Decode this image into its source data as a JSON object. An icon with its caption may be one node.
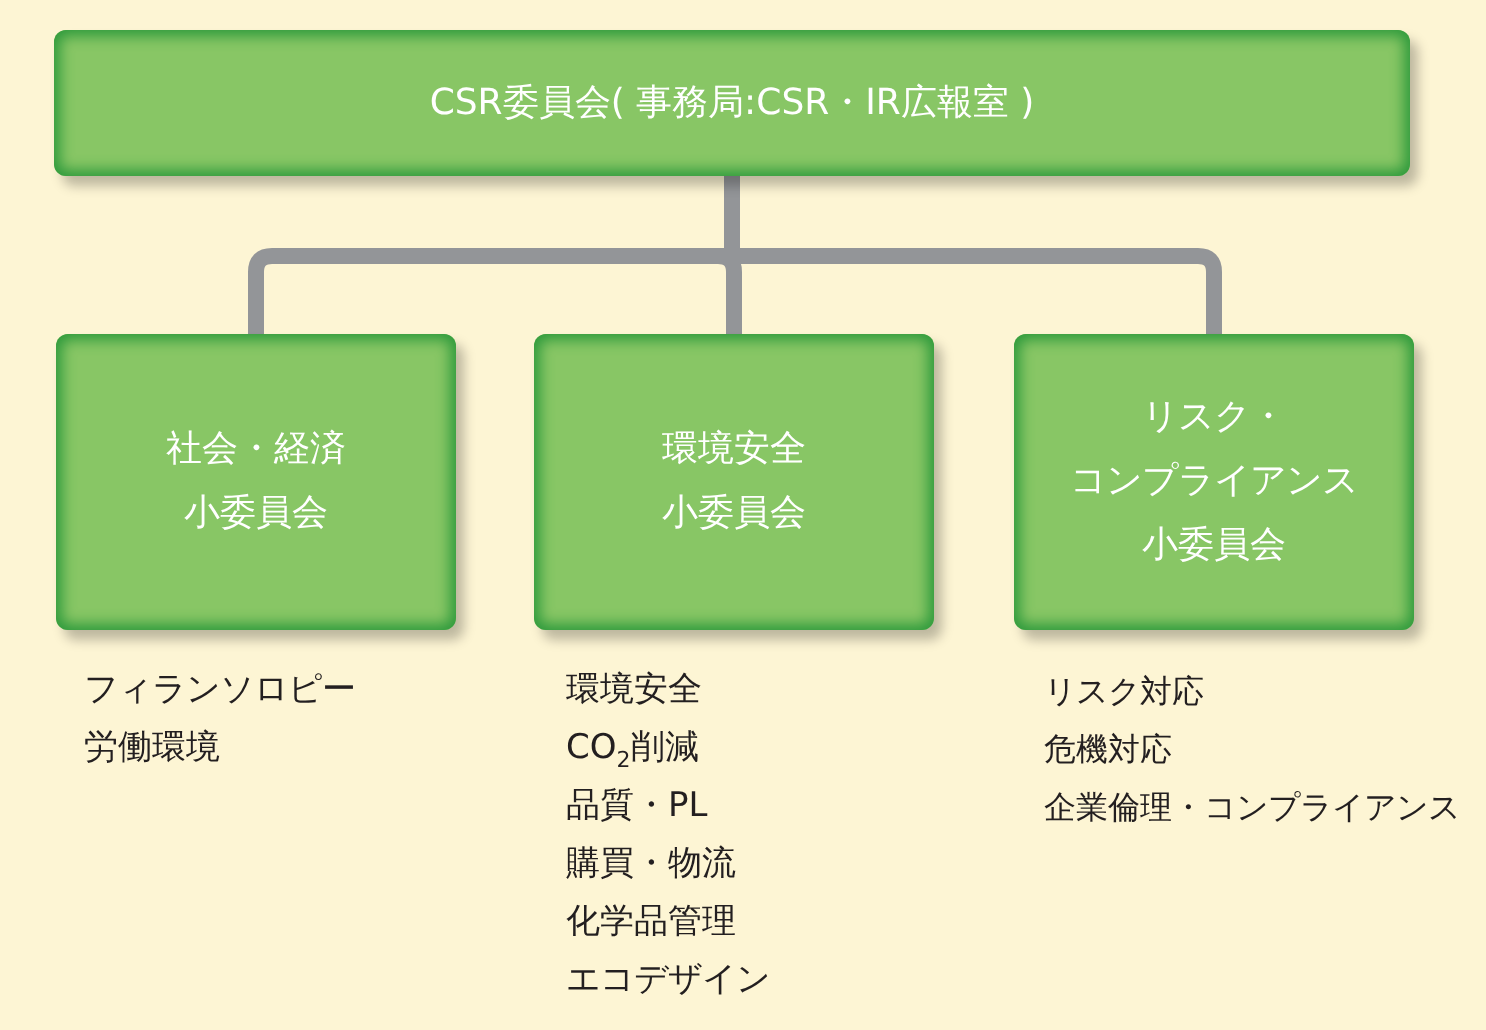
{
  "diagram": {
    "nodes": [
      {
        "text": [
          "CSR委員会( 事務局:CSR・IR広報室 )"
        ]
      },
      {
        "text": [
          "社会・経済小委員会"
        ],
        "beside": [
          "フィランソロピー",
          "労働環境"
        ]
      },
      {
        "text": [
          "環境安全小委員会"
        ],
        "beside": [
          "環境安全",
          "CO$_{2}$削減",
          "品質・PL",
          "購買・物流",
          "化学品管理",
          "エコデザイン"
        ]
      },
      {
        "text": [
          "リスク・コンプライアンス小委員会"
        ],
        "beside": [
          "リスク対応",
          "危機対応",
          "企業倫理・コンプライアンス"
        ]
      }
    ],
    "edges": [
      {
        "from": 0,
        "to": 1,
        "arrow": "none"
      },
      {
        "from": 0,
        "to": 2,
        "arrow": "none"
      },
      {
        "from": 0,
        "to": 3,
        "arrow": "none"
      }
    ]
  }
}
